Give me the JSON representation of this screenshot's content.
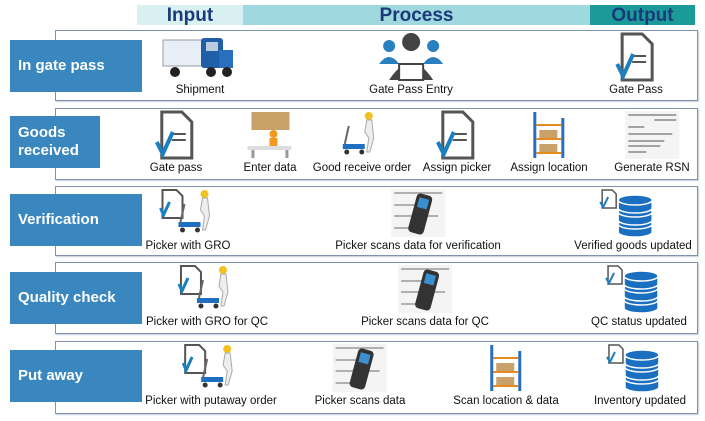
{
  "header": {
    "input": "Input",
    "process": "Process",
    "output": "Output",
    "colors": {
      "input": "#d9f0f3",
      "process": "#9fd9df",
      "output": "#1b9a9a",
      "label": "#3a87c0"
    }
  },
  "rows": [
    {
      "label": "In gate pass",
      "items": [
        {
          "caption": "Shipment",
          "icon": "truck-icon"
        },
        {
          "caption": "Gate Pass Entry",
          "icon": "team-icon"
        },
        {
          "caption": "Gate Pass",
          "icon": "document-check-icon"
        }
      ]
    },
    {
      "label": "Goods received",
      "items": [
        {
          "caption": "Gate pass",
          "icon": "document-check-icon"
        },
        {
          "caption": "Enter data",
          "icon": "worker-desk-icon"
        },
        {
          "caption": "Good receive order",
          "icon": "trolley-worker-icon"
        },
        {
          "caption": "Assign picker",
          "icon": "document-check-icon"
        },
        {
          "caption": "Assign location",
          "icon": "shelves-icon"
        },
        {
          "caption": "Generate RSN",
          "icon": "receipt-icon"
        }
      ]
    },
    {
      "label": "Verification",
      "items": [
        {
          "caption": "Picker with GRO",
          "icon": "picker-document-icon"
        },
        {
          "caption": "Picker scans data for verification",
          "icon": "scanner-icon"
        },
        {
          "caption": "Verified goods updated",
          "icon": "database-icon"
        }
      ]
    },
    {
      "label": "Quality check",
      "items": [
        {
          "caption": "Picker with GRO for QC",
          "icon": "picker-document-icon"
        },
        {
          "caption": "Picker scans data for QC",
          "icon": "scanner-icon"
        },
        {
          "caption": "QC status updated",
          "icon": "database-icon"
        }
      ]
    },
    {
      "label": "Put away",
      "items": [
        {
          "caption": "Picker with putaway order",
          "icon": "picker-document-icon"
        },
        {
          "caption": "Picker scans data",
          "icon": "scanner-icon"
        },
        {
          "caption": "Scan location & data",
          "icon": "shelves-icon"
        },
        {
          "caption": "Inventory updated",
          "icon": "database-icon"
        }
      ]
    }
  ]
}
